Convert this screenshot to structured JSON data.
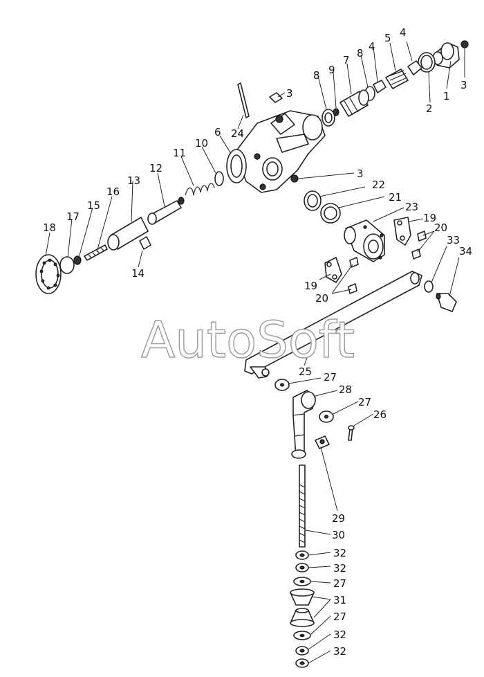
{
  "watermark": "AutoSoft",
  "callouts": [
    "1",
    "2",
    "3",
    "3",
    "3",
    "4",
    "4",
    "5",
    "6",
    "7",
    "8",
    "8",
    "9",
    "10",
    "11",
    "12",
    "13",
    "14",
    "15",
    "16",
    "17",
    "18",
    "19",
    "19",
    "20",
    "20",
    "21",
    "22",
    "23",
    "24",
    "25",
    "26",
    "27",
    "27",
    "27",
    "27",
    "28",
    "29",
    "30",
    "31",
    "32",
    "32",
    "32",
    "32",
    "33",
    "34"
  ],
  "colors": {
    "line": "#222222",
    "watermark_stroke": "#9a9a9a",
    "background": "#ffffff"
  }
}
